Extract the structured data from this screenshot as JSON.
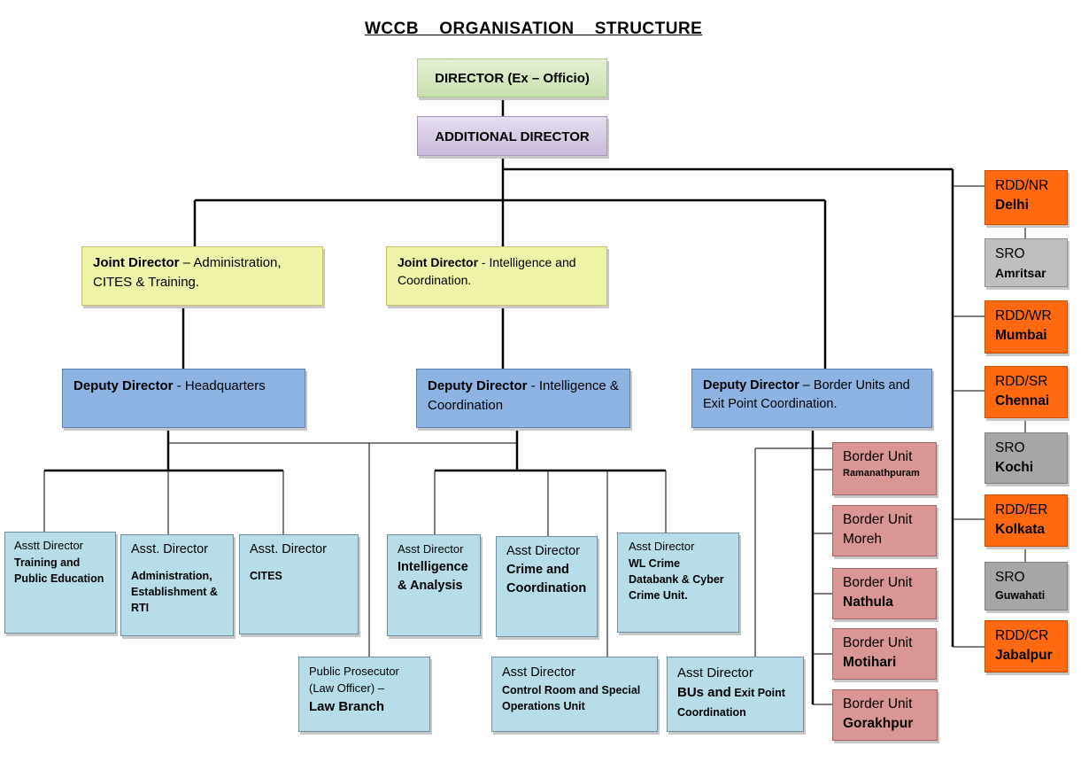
{
  "title": "WCCB    ORGANISATION    STRUCTURE",
  "director": "DIRECTOR   (Ex – Officio)",
  "additional_director": "ADDITIONAL DIRECTOR",
  "jd_admin": {
    "bold": "Joint Director",
    "rest": " – Administration, CITES & Training."
  },
  "jd_intel": {
    "bold": "Joint Director",
    "rest": " - Intelligence and Coordination."
  },
  "dd_hq": {
    "bold": "Deputy Director",
    "rest": " - Headquarters"
  },
  "dd_intel": {
    "bold": "Deputy Director",
    "rest": " - Intelligence & Coordination"
  },
  "dd_border": {
    "bold": "Deputy Director",
    "rest": " – Border Units and Exit Point Coordination."
  },
  "ad_training": {
    "title": "Asstt Director",
    "desc": "Training and Public Education"
  },
  "ad_admin": {
    "title": "Asst. Director",
    "desc": "Administration, Establishment & RTI"
  },
  "ad_cites": {
    "title": "Asst. Director",
    "desc": "CITES"
  },
  "ad_ia": {
    "title": "Asst Director",
    "desc": "Intelligence & Analysis"
  },
  "ad_crime": {
    "title": "Asst Director",
    "desc": "Crime and Coordination"
  },
  "ad_wl": {
    "title": "Asst Director",
    "desc": "WL Crime Databank & Cyber Crime Unit."
  },
  "prosecutor": {
    "title": "Public Prosecutor (Law Officer) –",
    "desc": "Law Branch"
  },
  "ad_control": {
    "title": "Asst Director",
    "desc": "Control Room and Special Operations Unit"
  },
  "ad_bus": {
    "title": "Asst Director",
    "desc_big": "BUs and",
    "desc": " Exit Point Coordination"
  },
  "border_units": [
    {
      "label": "Border Unit",
      "place": "Ramanathpuram"
    },
    {
      "label": "Border Unit",
      "place": "Moreh"
    },
    {
      "label": "Border Unit",
      "place": "Nathula"
    },
    {
      "label": "Border Unit",
      "place": "Motihari"
    },
    {
      "label": "Border Unit",
      "place": "Gorakhpur"
    }
  ],
  "regions": [
    {
      "label": "RDD/NR",
      "place": "Delhi"
    },
    {
      "label": "SRO",
      "place": "Amritsar"
    },
    {
      "label": "RDD/WR",
      "place": "Mumbai"
    },
    {
      "label": "RDD/SR",
      "place": "Chennai"
    },
    {
      "label": "SRO",
      "place": "Kochi"
    },
    {
      "label": "RDD/ER",
      "place": "Kolkata"
    },
    {
      "label": "SRO",
      "place": "Guwahati"
    },
    {
      "label": "RDD/CR",
      "place": "Jabalpur"
    }
  ],
  "colors": {
    "orange": "#ff6a10",
    "blue": "#8db3e2",
    "light_blue": "#b7dde8",
    "pink": "#d99694",
    "yellow": "#eef3a8"
  }
}
